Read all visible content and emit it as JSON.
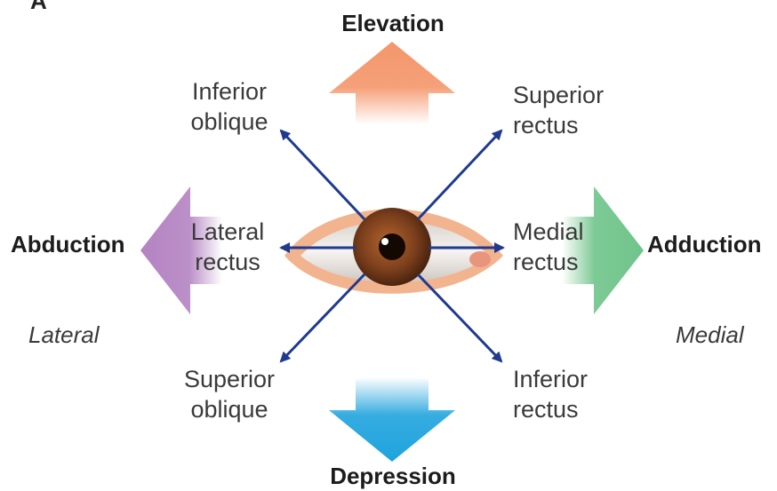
{
  "panel_letter": "A",
  "directions": {
    "up": "Elevation",
    "down": "Depression",
    "left": "Abduction",
    "right": "Adduction"
  },
  "sides": {
    "left": "Lateral",
    "right": "Medial"
  },
  "muscles": {
    "inferior_oblique": [
      "Inferior",
      "oblique"
    ],
    "superior_rectus": [
      "Superior",
      "rectus"
    ],
    "lateral_rectus": [
      "Lateral",
      "rectus"
    ],
    "medial_rectus": [
      "Medial",
      "rectus"
    ],
    "superior_oblique": [
      "Superior",
      "oblique"
    ],
    "inferior_rectus": [
      "Inferior",
      "rectus"
    ]
  },
  "colors": {
    "elevation": "#f4966a",
    "depression": "#1fa3dd",
    "abduction": "#b483c2",
    "adduction": "#6fc48a",
    "arrow": "#1f3a8f",
    "iris": "#7a3e1c",
    "eyelid": "#f2b48e"
  }
}
